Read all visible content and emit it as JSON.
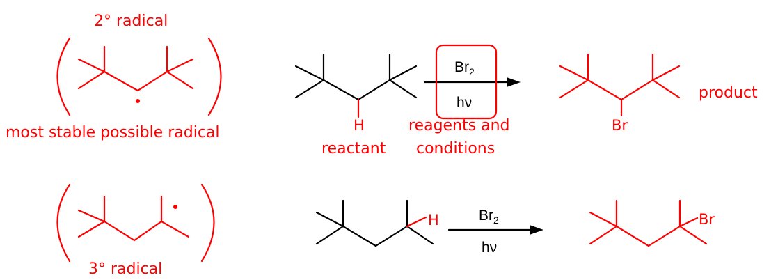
{
  "colors": {
    "annotation": "#ff0000",
    "structure": "#000000",
    "background": "#ffffff"
  },
  "labels": {
    "secondary_radical": "2° radical",
    "tertiary_radical": "3° radical",
    "most_stable": "most stable possible radical",
    "reactant": "reactant",
    "reagents_line1": "reagents and",
    "reagents_line2": "conditions",
    "product": "product"
  },
  "reaction1": {
    "reactant_atom": "H",
    "reagent_main": "Br",
    "reagent_sub": "2",
    "condition": "hν",
    "product_atom": "Br"
  },
  "reaction2": {
    "reactant_atom": "H",
    "reagent_main": "Br",
    "reagent_sub": "2",
    "condition": "hν",
    "product_atom": "Br"
  }
}
